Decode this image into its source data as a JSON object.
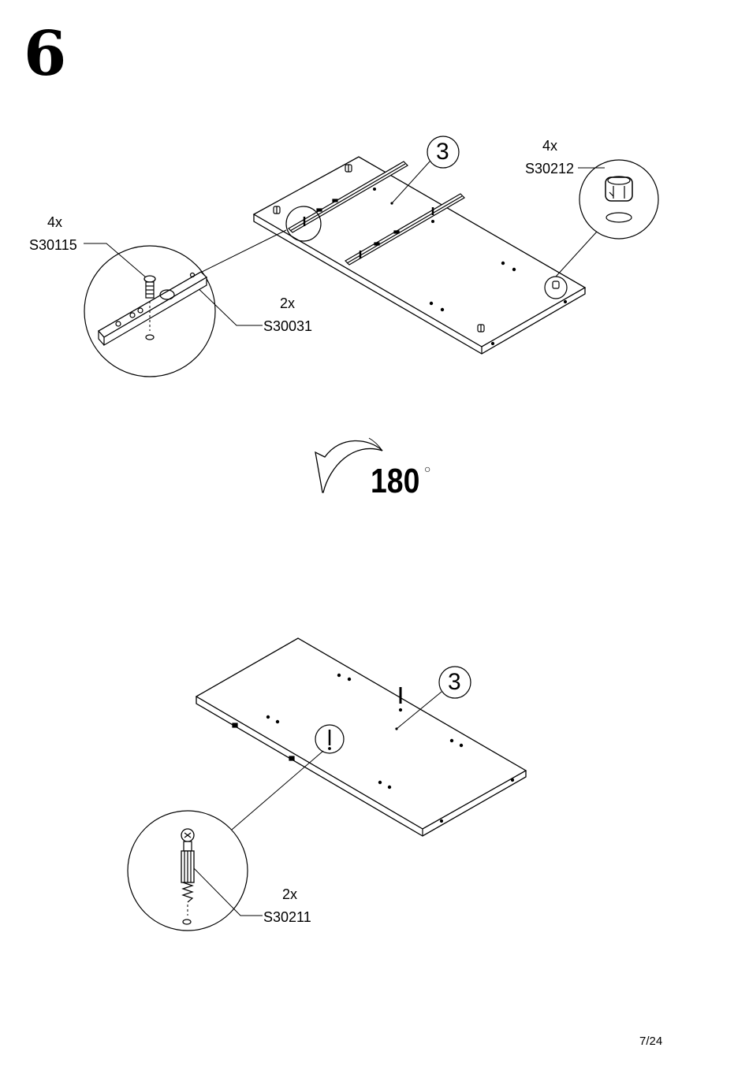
{
  "step": {
    "number": "6"
  },
  "top": {
    "part_label": "3",
    "cam_callout": {
      "qty": "4x",
      "code": "S30212"
    },
    "bolt_callout": {
      "qty": "4x",
      "code": "S30115"
    },
    "rail_callout": {
      "qty": "2x",
      "code": "S30031"
    }
  },
  "rotation": {
    "value": "180",
    "unit_glyph": "○"
  },
  "bottom": {
    "part_label": "3",
    "dowel_callout": {
      "qty": "2x",
      "code": "S30211"
    }
  },
  "footer": {
    "page": "7/24"
  }
}
